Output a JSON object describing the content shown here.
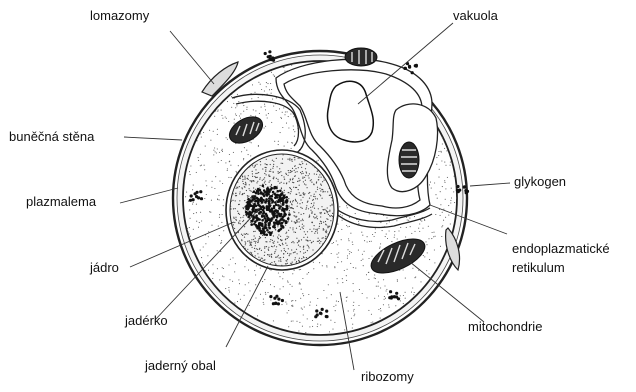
{
  "labels": {
    "lomazomy": "lomazomy",
    "vakuola": "vakuola",
    "bunecna_stena": "buněčná stěna",
    "glykogen": "glykogen",
    "plazmalema": "plazmalema",
    "er_line1": "endoplazmatické",
    "er_line2": "retikulum",
    "jadro": "jádro",
    "jaderko": "jadérko",
    "mitochondrie": "mitochondrie",
    "jaderny_obal": "jaderný obal",
    "ribozomy": "ribozomy"
  },
  "colors": {
    "ink": "#111111",
    "line": "#333333",
    "background": "#ffffff"
  }
}
